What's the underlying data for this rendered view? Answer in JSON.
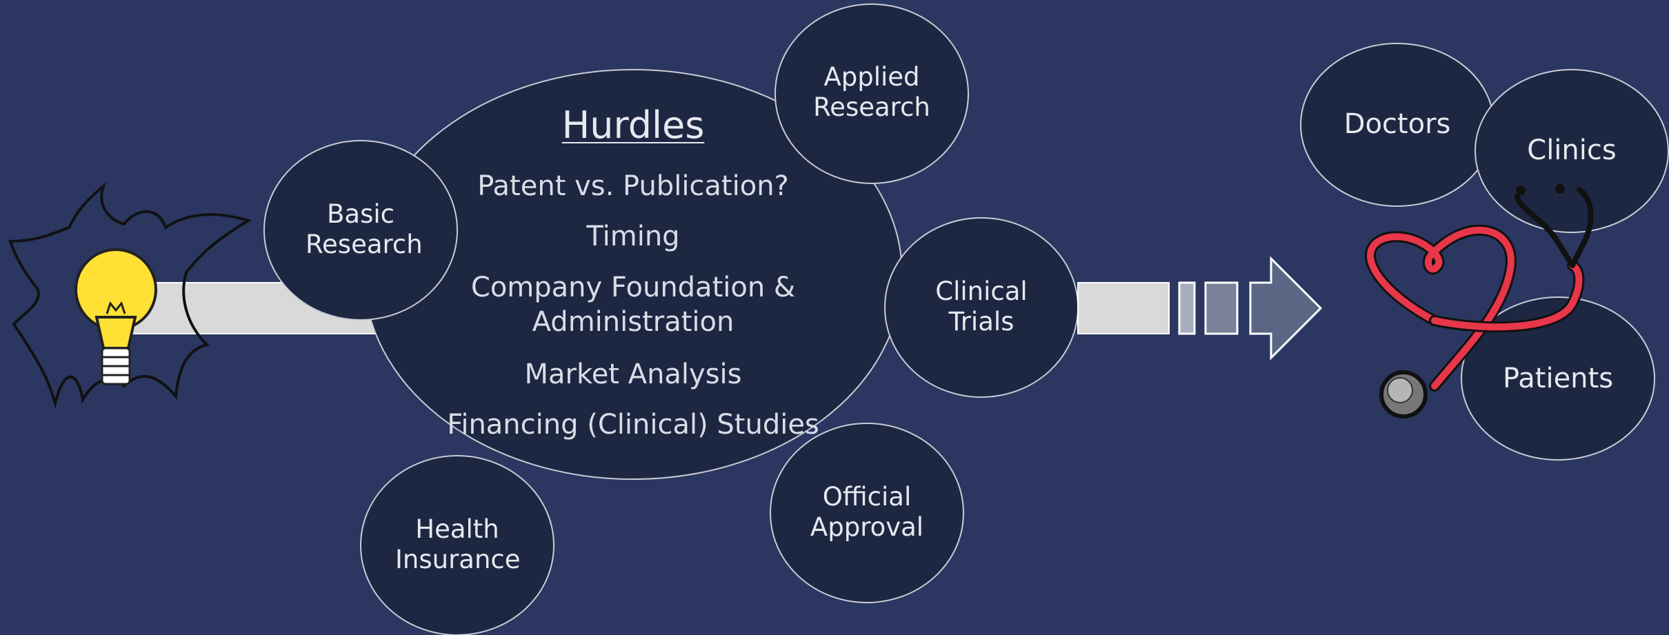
{
  "hurdles": {
    "title": "Hurdles",
    "items": [
      {
        "lines": [
          "Patent  vs. Publication?"
        ]
      },
      {
        "lines": [
          "Timing"
        ]
      },
      {
        "lines": [
          "Company Foundation &",
          "Administration"
        ]
      },
      {
        "lines": [
          "Market Analysis"
        ]
      },
      {
        "lines": [
          "Financing (Clinical) Studies"
        ]
      }
    ]
  },
  "stages": {
    "basic_research": {
      "lines": [
        "Basic",
        "Research"
      ]
    },
    "applied_research": {
      "lines": [
        "Applied",
        "Research"
      ]
    },
    "clinical_trials": {
      "lines": [
        "Clinical",
        "Trials"
      ]
    },
    "health_insurance": {
      "lines": [
        "Health",
        "Insurance"
      ]
    },
    "official_approval": {
      "lines": [
        "Official",
        "Approval"
      ]
    }
  },
  "destinations": {
    "doctors": "Doctors",
    "clinics": "Clinics",
    "patients": "Patients"
  },
  "colors": {
    "background": "#2b3760",
    "node_fill": "#1e2742",
    "node_stroke": "#c8ccd6",
    "bar_fill": "#d9d9d9",
    "arrow_fill": "#5b6684",
    "bulb_yellow": "#ffe135",
    "stethoscope_red": "#e8364a",
    "text": "#e6e9ef"
  },
  "icons": {
    "idea": "lightbulb-icon",
    "care": "stethoscope-heart-icon"
  }
}
